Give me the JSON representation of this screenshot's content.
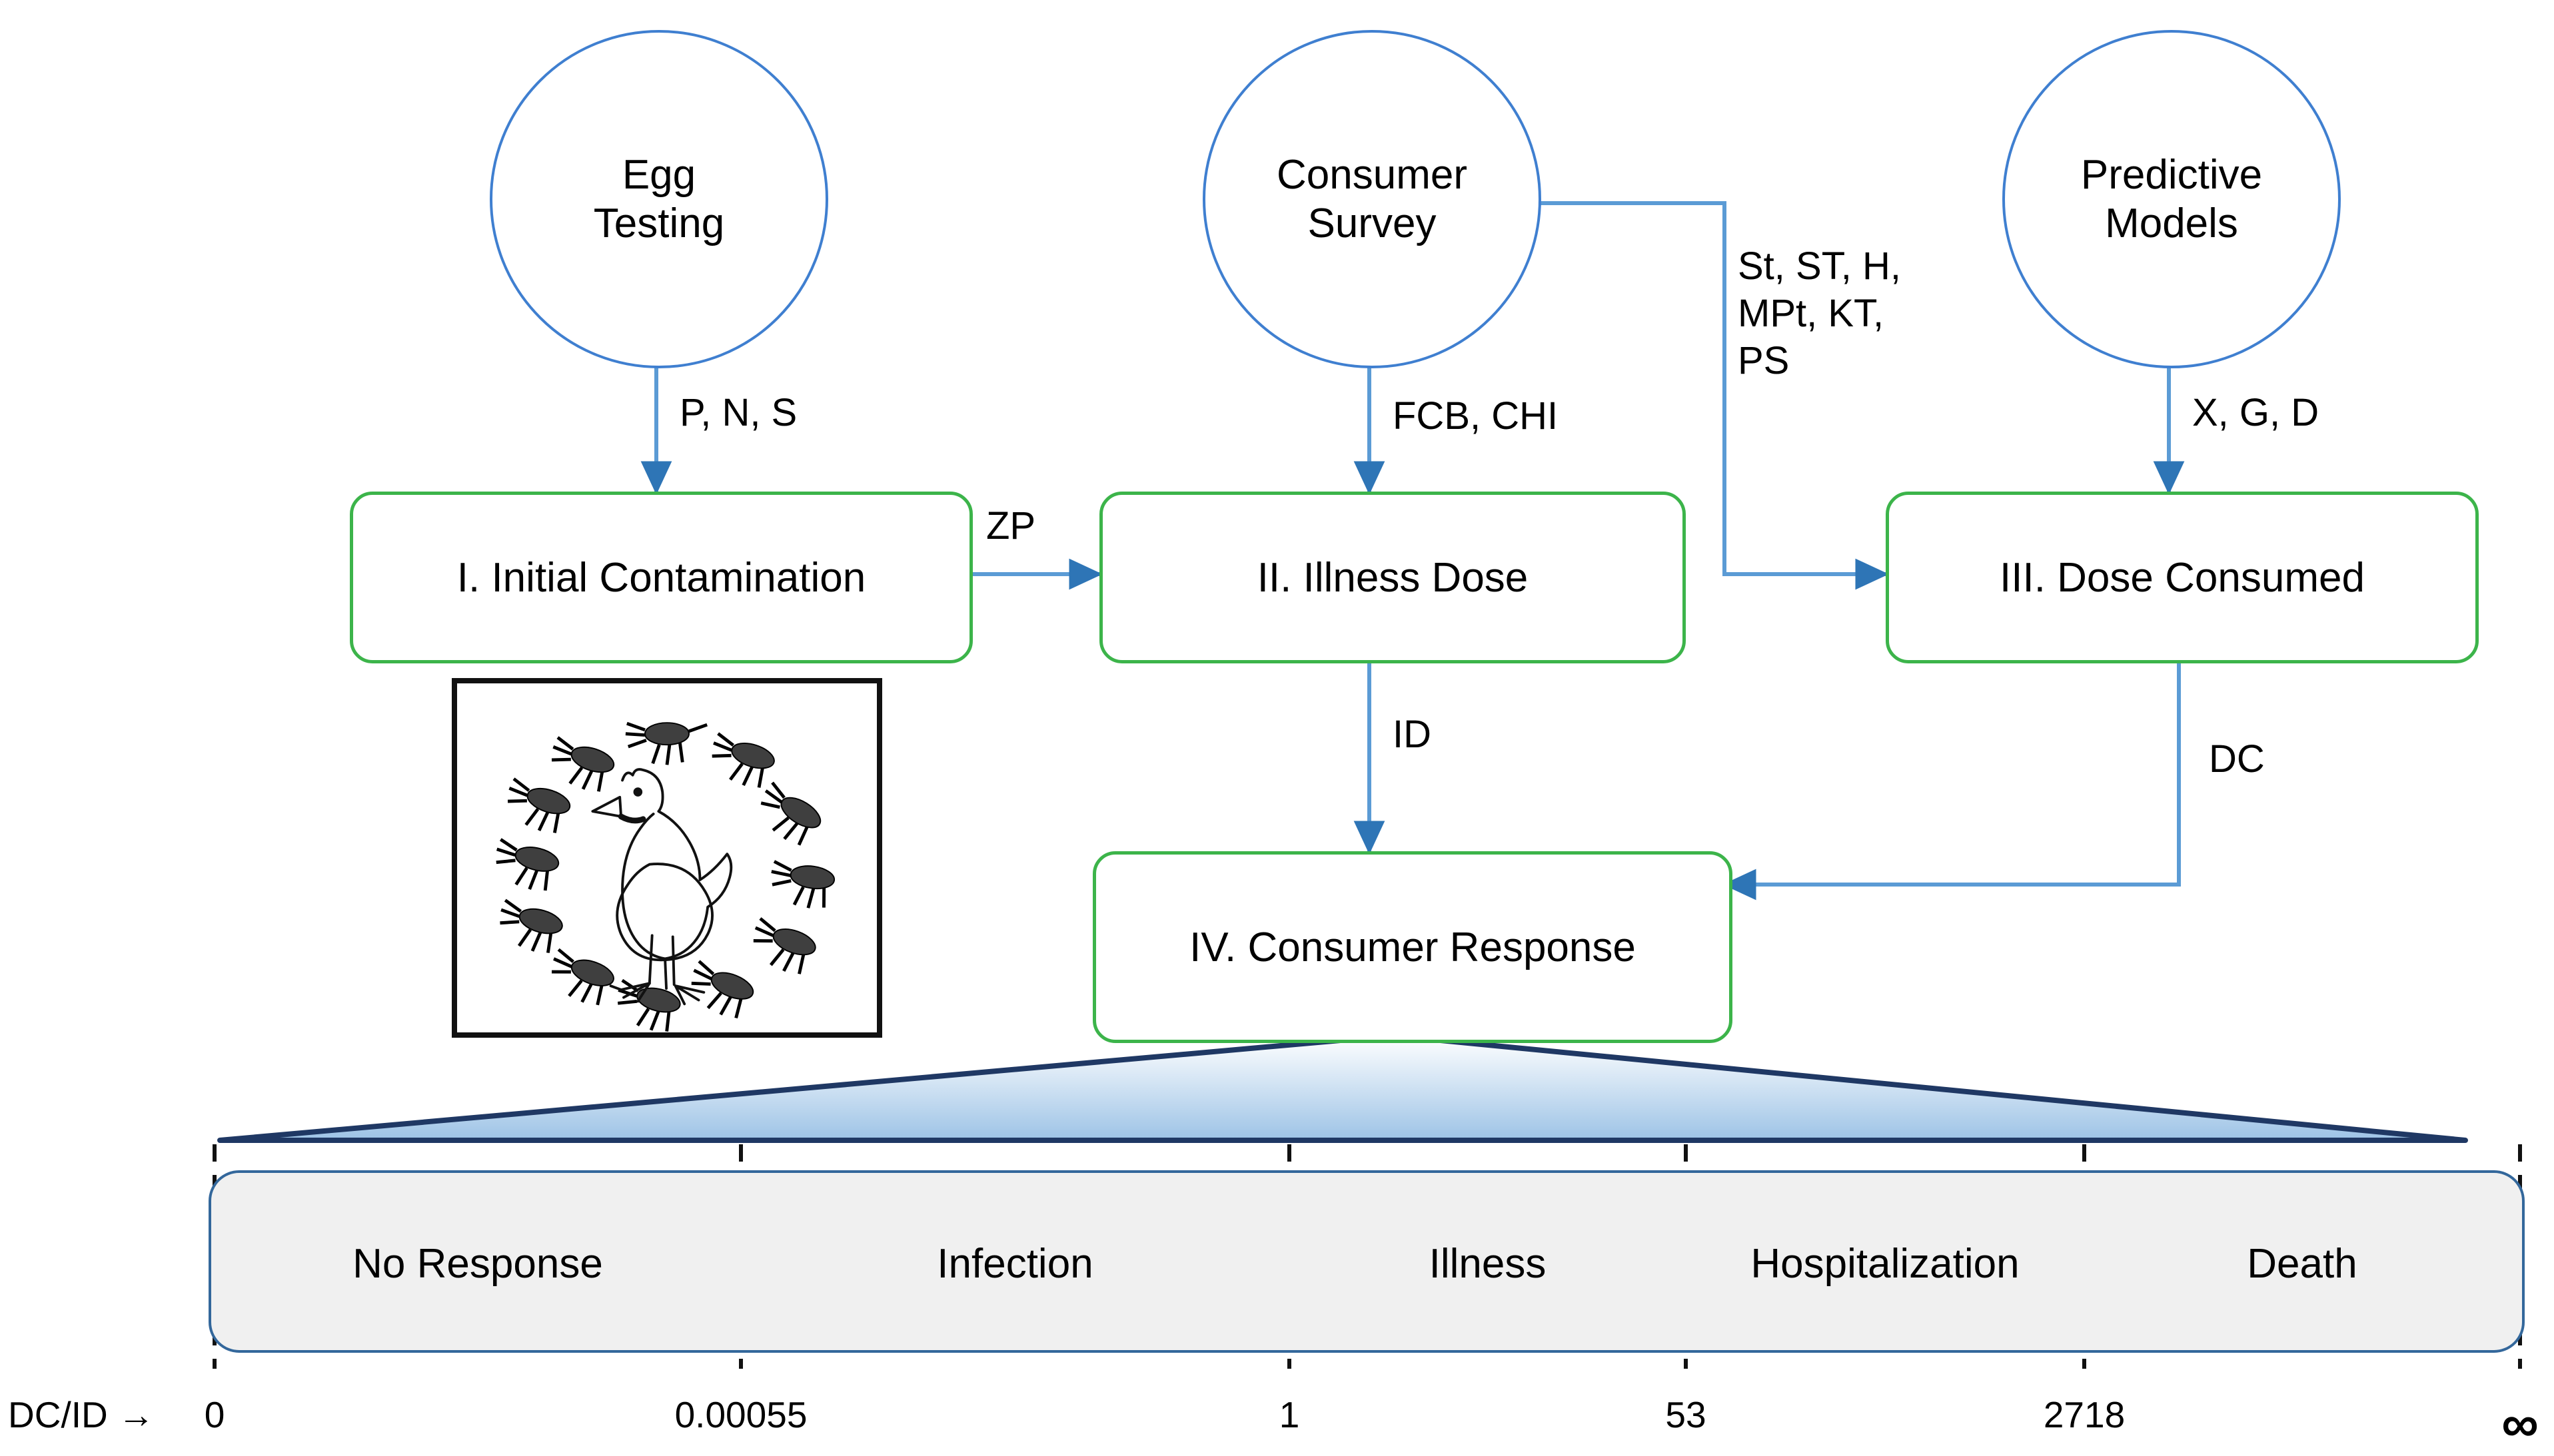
{
  "diagram": {
    "title": "Egg contamination to consumer response risk model",
    "colors": {
      "circle_stroke": "#3f7fd0",
      "box_stroke": "#3cb44a",
      "arrow": "#5b9bd5",
      "band_stroke": "#33679b",
      "band_fill": "#f0f0f0",
      "triangle_stroke": "#1f3864"
    },
    "sources": [
      {
        "id": "egg-testing",
        "label": "Egg\nTesting"
      },
      {
        "id": "consumer-survey",
        "label": "Consumer\nSurvey"
      },
      {
        "id": "predictive-models",
        "label": "Predictive\nModels"
      }
    ],
    "stages": [
      {
        "id": "stage-1",
        "label": "I. Initial Contamination"
      },
      {
        "id": "stage-2",
        "label": "II. Illness Dose"
      },
      {
        "id": "stage-3",
        "label": "III. Dose Consumed"
      },
      {
        "id": "stage-4",
        "label": "IV. Consumer Response"
      }
    ],
    "edge_labels": [
      {
        "id": "edge-pns",
        "text": "P, N, S"
      },
      {
        "id": "edge-fcbchi",
        "text": "FCB, CHI"
      },
      {
        "id": "edge-xgd",
        "text": "X, G, D"
      },
      {
        "id": "edge-zp",
        "text": "ZP"
      },
      {
        "id": "edge-id",
        "text": "ID"
      },
      {
        "id": "edge-dc",
        "text": "DC"
      },
      {
        "id": "edge-survey-params",
        "text": "St, ST, H,\nMPt, KT,\nPS"
      }
    ],
    "illustration": {
      "caption": "chicken surrounded by bacteria"
    }
  },
  "chart_data": {
    "type": "bar",
    "title": "Consumer response outcome scale",
    "xlabel": "DC/ID →",
    "axis_prefix": "DC/ID →",
    "categories": [
      "No Response",
      "Infection",
      "Illness",
      "Hospitalization",
      "Death"
    ],
    "tick_labels": [
      "0",
      "0.00055",
      "1",
      "53",
      "2718",
      "∞"
    ],
    "boundaries": [
      0,
      0.00055,
      1,
      53,
      2718,
      null
    ],
    "grid": false,
    "legend": null
  }
}
